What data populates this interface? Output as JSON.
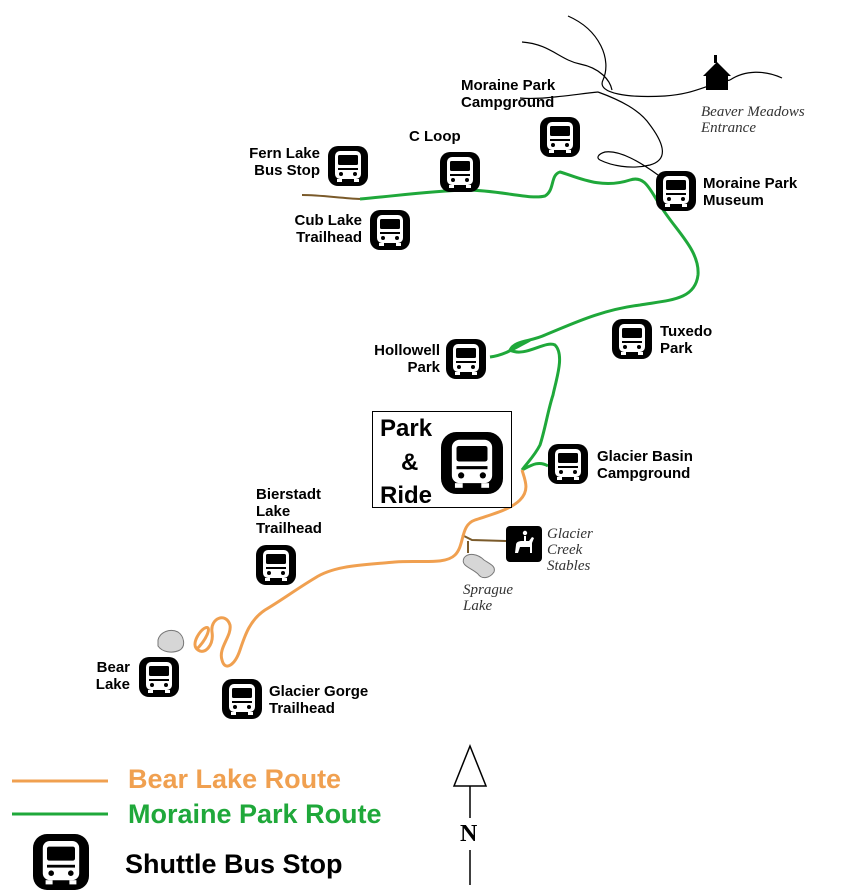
{
  "colors": {
    "bear_lake_route": "#F0A050",
    "moraine_park_route": "#1FA83A",
    "trail": "#7A5A2A",
    "lake_fill": "#D6D6D6",
    "road": "#000000"
  },
  "stops": {
    "fern_lake": {
      "line1": "Fern Lake",
      "line2": "Bus Stop"
    },
    "c_loop": {
      "line1": "C  Loop"
    },
    "moraine_park_campground": {
      "line1": "Moraine Park",
      "line2": "Campground"
    },
    "moraine_park_museum": {
      "line1": "Moraine Park",
      "line2": "Museum"
    },
    "cub_lake": {
      "line1": "Cub Lake",
      "line2": "Trailhead"
    },
    "tuxedo_park": {
      "line1": "Tuxedo",
      "line2": "Park"
    },
    "hollowell_park": {
      "line1": "Hollowell",
      "line2": "Park"
    },
    "park_and_ride": {
      "line1": "Park",
      "line2": "&",
      "line3": "Ride"
    },
    "glacier_basin": {
      "line1": "Glacier Basin",
      "line2": "Campground"
    },
    "bierstadt_lake": {
      "line1": "Bierstadt",
      "line2": "Lake",
      "line3": "Trailhead"
    },
    "bear_lake": {
      "line1": "Bear",
      "line2": "Lake"
    },
    "glacier_gorge": {
      "line1": "Glacier Gorge",
      "line2": "Trailhead"
    }
  },
  "landmarks": {
    "beaver_meadows": {
      "line1": "Beaver Meadows",
      "line2": "Entrance",
      "icon": "ranger-station-icon"
    },
    "glacier_creek_stables": {
      "line1": "Glacier",
      "line2": "Creek",
      "line3": "Stables",
      "icon": "horse-rider-icon"
    },
    "sprague_lake": {
      "line1": "Sprague",
      "line2": "Lake"
    }
  },
  "legend": {
    "bear_lake_route": "Bear Lake Route",
    "moraine_park_route": "Moraine Park Route",
    "shuttle_bus_stop": "Shuttle Bus Stop"
  },
  "compass": {
    "label": "N"
  }
}
